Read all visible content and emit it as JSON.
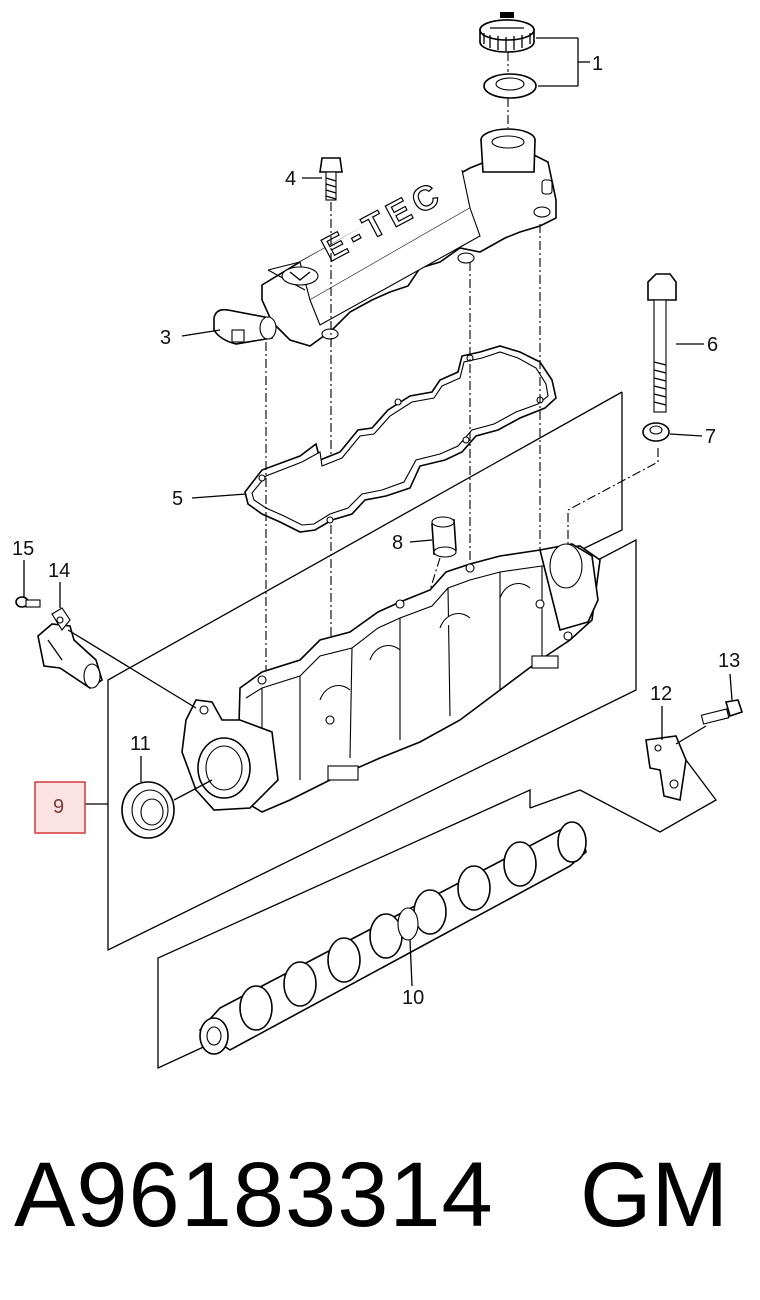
{
  "callouts": [
    {
      "id": "1",
      "label": "1"
    },
    {
      "id": "3",
      "label": "3"
    },
    {
      "id": "4",
      "label": "4"
    },
    {
      "id": "5",
      "label": "5"
    },
    {
      "id": "6",
      "label": "6"
    },
    {
      "id": "7",
      "label": "7"
    },
    {
      "id": "8",
      "label": "8"
    },
    {
      "id": "9",
      "label": "9",
      "highlighted": true
    },
    {
      "id": "10",
      "label": "10"
    },
    {
      "id": "11",
      "label": "11"
    },
    {
      "id": "12",
      "label": "12"
    },
    {
      "id": "13",
      "label": "13"
    },
    {
      "id": "14",
      "label": "14"
    },
    {
      "id": "15",
      "label": "15"
    }
  ],
  "cover_emboss": "E-TEC",
  "footer": {
    "part_number": "A96183314",
    "brand": "GM"
  },
  "colors": {
    "highlight_border": "#d23a3a",
    "highlight_fill": "#fbe3e3",
    "line": "#000000"
  }
}
